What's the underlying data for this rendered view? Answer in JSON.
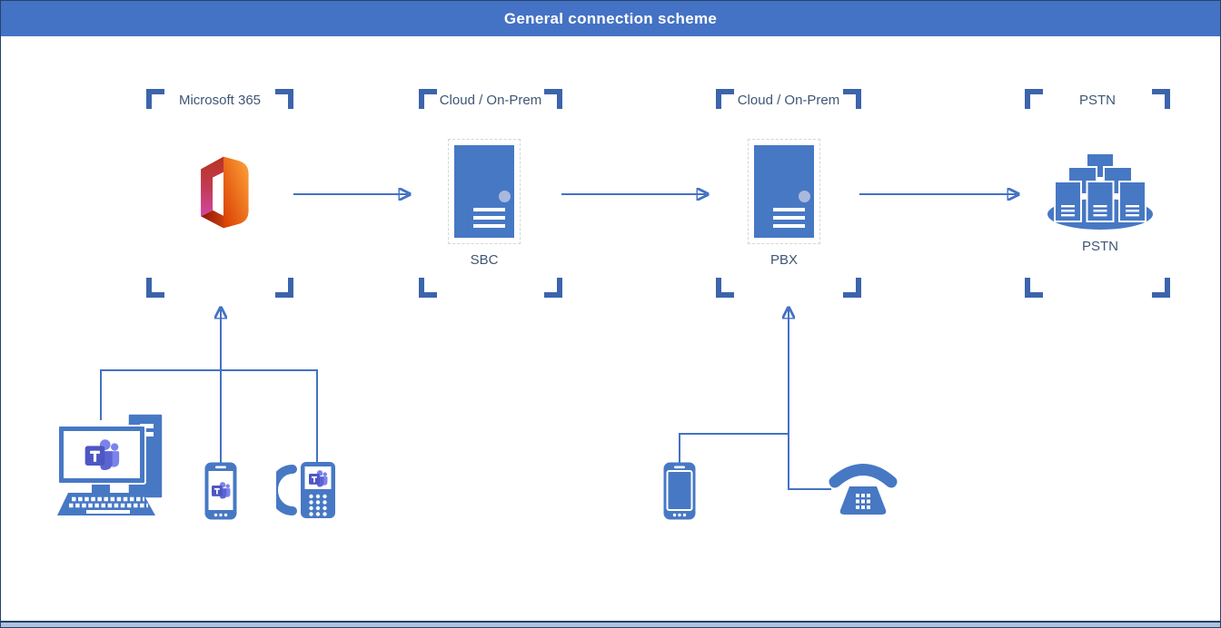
{
  "title": "General connection scheme",
  "zones": [
    {
      "label": "Microsoft 365"
    },
    {
      "label": "Cloud / On-Prem"
    },
    {
      "label": "Cloud / On-Prem"
    },
    {
      "label": "PSTN"
    }
  ],
  "nodes": {
    "office": {
      "icon": "office-365-logo"
    },
    "sbc": {
      "label": "SBC",
      "icon": "server-icon"
    },
    "pbx": {
      "label": "PBX",
      "icon": "server-icon"
    },
    "pstn": {
      "label": "PSTN",
      "icon": "server-cluster-icon"
    }
  },
  "devices": {
    "desktop": {
      "icon": "desktop-computer-teams-icon"
    },
    "teams_mobile": {
      "icon": "mobile-phone-teams-icon"
    },
    "teams_deskphone": {
      "icon": "desk-phone-teams-icon"
    },
    "mobile": {
      "icon": "mobile-phone-icon"
    },
    "analog_phone": {
      "icon": "analog-telephone-icon"
    }
  },
  "colors": {
    "header": "#4472C4",
    "connector": "#4472C4",
    "bracket": "#3C64AC",
    "icon_blue": "#4778C4",
    "label_text": "#3F5675",
    "teams_dark": "#4E56C4",
    "teams_light": "#7B83EB",
    "office_orange": "#FFA43A",
    "office_red": "#B8341F",
    "office_magenta": "#D246A2"
  }
}
